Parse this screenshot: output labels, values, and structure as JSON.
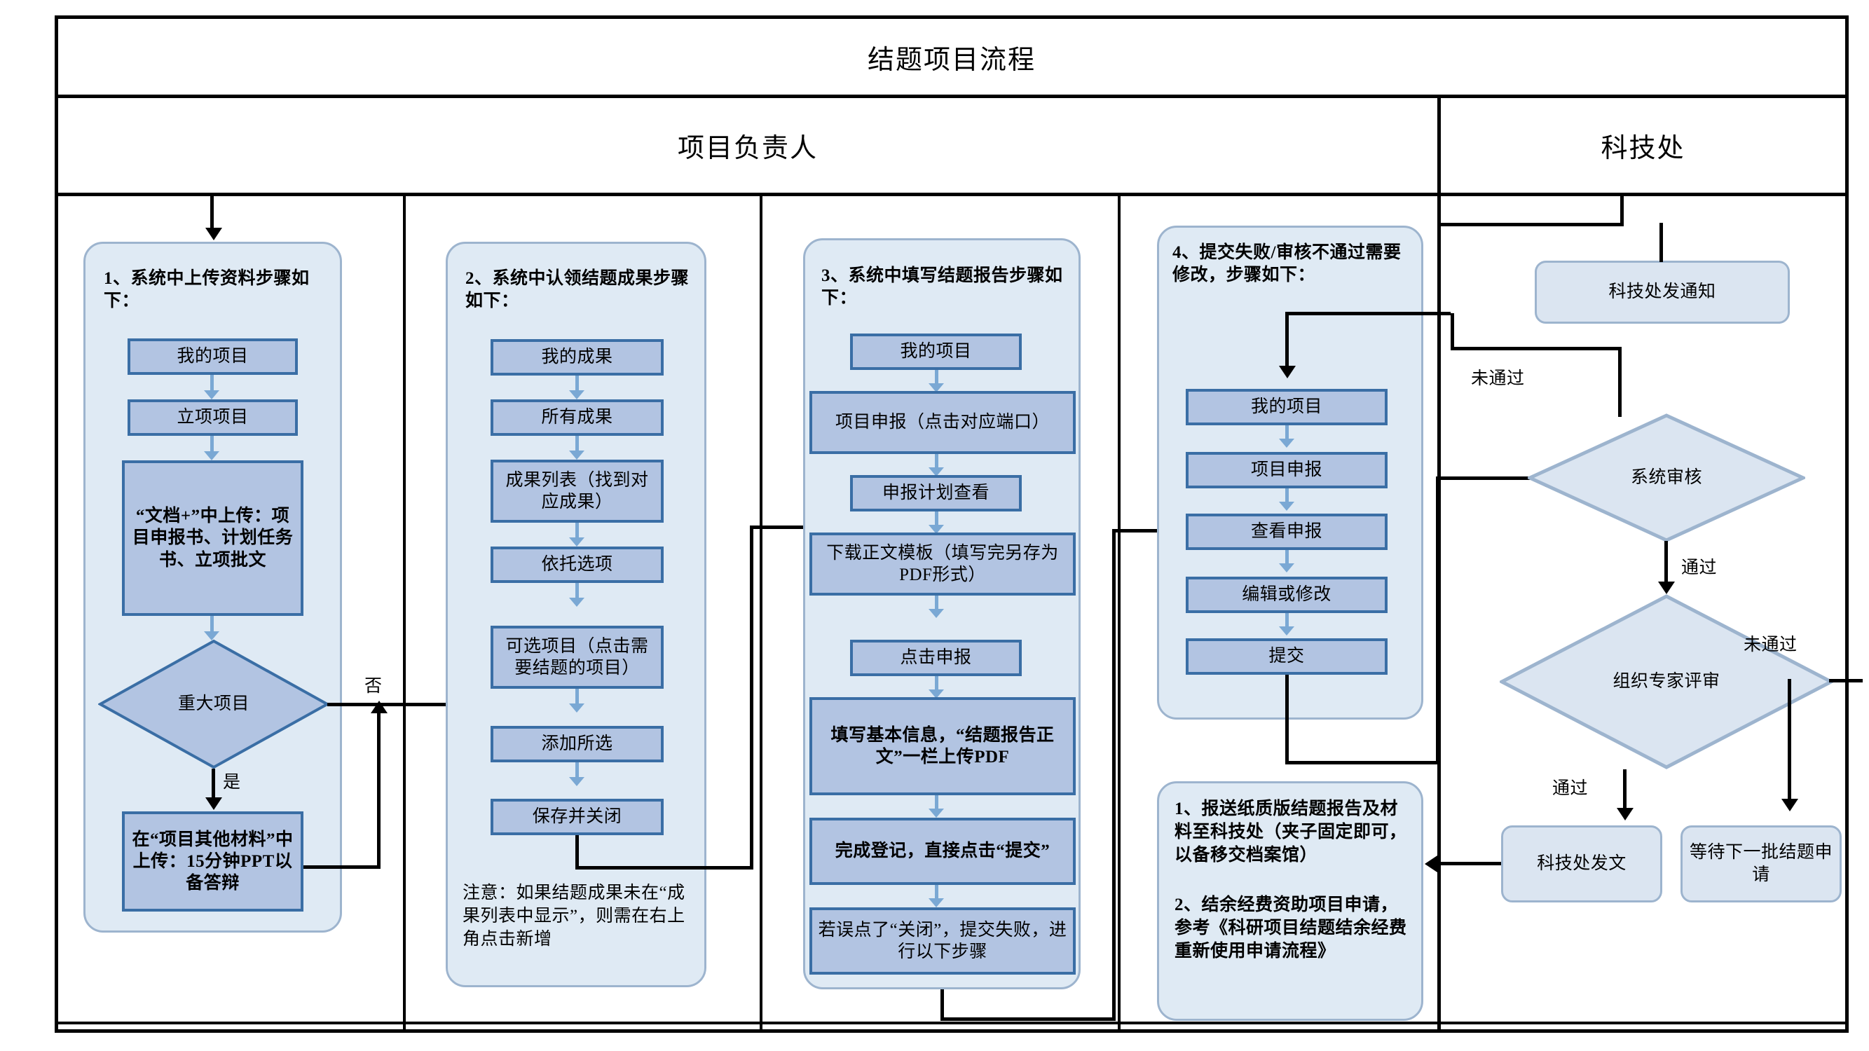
{
  "title": "结题项目流程",
  "lanes": [
    {
      "name": "项目负责人"
    },
    {
      "name": "科技处"
    }
  ],
  "groups": [
    {
      "id": "g1",
      "heading": "1、系统中上传资料步骤如下：",
      "steps": [
        "我的项目",
        "立项项目",
        "“文档+”中上传：项目申报书、计划任务书、立项批文"
      ],
      "decision": "重大项目",
      "decision_yes": "是",
      "decision_no": "否",
      "after_yes": "在“项目其他材料”中上传：15分钟PPT以备答辩"
    },
    {
      "id": "g2",
      "heading": "2、系统中认领结题成果步骤如下：",
      "steps": [
        "我的成果",
        "所有成果",
        "成果列表（找到对应成果）",
        "依托选项",
        "可选项目（点击需要结题的项目）",
        "添加所选",
        "保存并关闭"
      ],
      "note": "注意：如果结题成果未在“成果列表中显示”，则需在右上角点击新增"
    },
    {
      "id": "g3",
      "heading": "3、系统中填写结题报告步骤如下：",
      "steps": [
        "我的项目",
        "项目申报（点击对应端口）",
        "申报计划查看",
        "下载正文模板（填写完另存为PDF形式）",
        "点击申报",
        "填写基本信息，“结题报告正文”一栏上传PDF",
        "完成登记，直接点击“提交”",
        "若误点了“关闭”，提交失败，进行以下步骤"
      ]
    },
    {
      "id": "g4",
      "heading": "4、提交失败/审核不通过需要修改，步骤如下：",
      "steps": [
        "我的项目",
        "项目申报",
        "查看申报",
        "编辑或修改",
        "提交"
      ]
    },
    {
      "id": "g5",
      "paragraphs": [
        "1、报送纸质版结题报告及材料至科技处（夹子固定即可，以备移交档案馆）",
        "2、结余经费资助项目申请，参考《科研项目结题结余经费重新使用申请流程》"
      ]
    }
  ],
  "right_lane": {
    "notice": "科技处发通知",
    "decision_system": "系统审核",
    "decision_expert": "组织专家评审",
    "result_pass": "科技处发文",
    "result_fail": "等待下一批结题申请",
    "label_fail_1": "未通过",
    "label_pass_1": "通过",
    "label_fail_2": "未通过",
    "label_pass_2": "通过"
  },
  "colors": {
    "container_fill": "#dfeaf4",
    "container_border": "#9db4ce",
    "box_fill": "#b2c4e2",
    "box_border": "#3a6ea5",
    "arrow_blue": "#7aa8d4",
    "connector_black": "#000000"
  }
}
